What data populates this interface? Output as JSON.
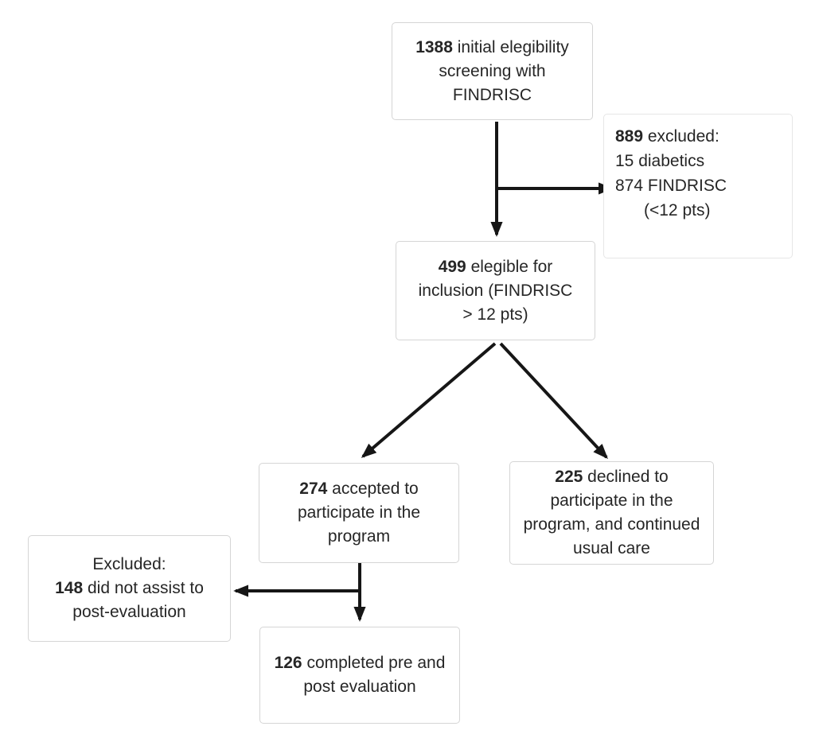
{
  "diagram": {
    "kind": "participant-flow-diagram",
    "colors": {
      "arrow_line": "#161616",
      "text": "#262626",
      "box_border": "#d5d5d5",
      "faint_box_border": "#e6e6e6",
      "background": "#ffffff"
    }
  },
  "nodes": {
    "screening": {
      "lines": [
        {
          "bold": "1388",
          "text": " initial elegibility"
        },
        {
          "text": "screening with"
        },
        {
          "text": "FINDRISC"
        }
      ]
    },
    "excluded_screening": {
      "lines": [
        {
          "bold": "889",
          "text": " excluded:"
        },
        {
          "text": "15 diabetics"
        },
        {
          "text": "874 FINDRISC"
        },
        {
          "text": "(<12 pts)"
        }
      ]
    },
    "eligible": {
      "lines": [
        {
          "bold": "499",
          "text": " elegible  for"
        },
        {
          "text": "inclusion (FINDRISC"
        },
        {
          "text": "> 12 pts)"
        }
      ]
    },
    "accepted": {
      "lines": [
        {
          "bold": "274",
          "text": "  accepted to"
        },
        {
          "text": "participate in the"
        },
        {
          "text": "program"
        }
      ]
    },
    "declined": {
      "lines": [
        {
          "bold": "225",
          "text": " declined to"
        },
        {
          "text": "participate in the"
        },
        {
          "text": "program, and continued"
        },
        {
          "text": "usual care"
        }
      ]
    },
    "excluded_post": {
      "lines": [
        {
          "text": "Excluded:"
        },
        {
          "bold": "148",
          "text": " did not assist to"
        },
        {
          "text": "post-evaluation"
        }
      ]
    },
    "completed": {
      "lines": [
        {
          "bold": "126",
          "text": " completed pre and"
        },
        {
          "text": "post evaluation"
        }
      ]
    }
  }
}
